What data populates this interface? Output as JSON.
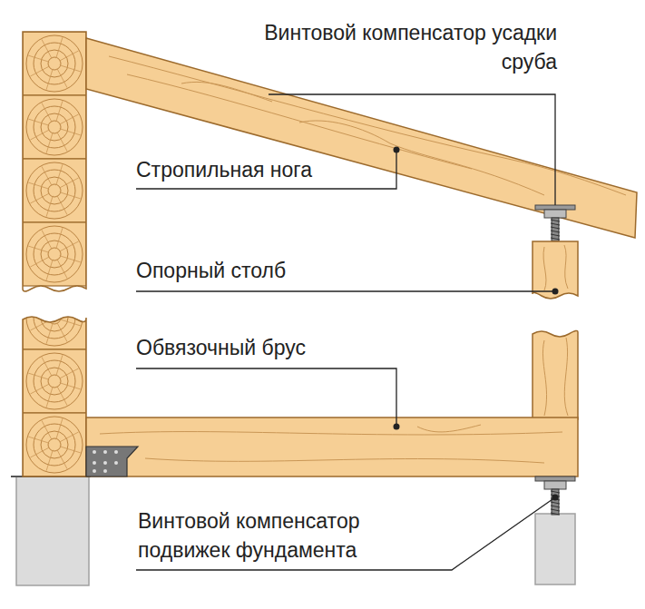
{
  "diagram": {
    "labels": [
      "Винтовой компенсатор усадки сруба",
      "Стропильная нога",
      "Опорный столб",
      "Обвязочный брус",
      "Винтовой компенсатор подвижек фундамента"
    ]
  }
}
